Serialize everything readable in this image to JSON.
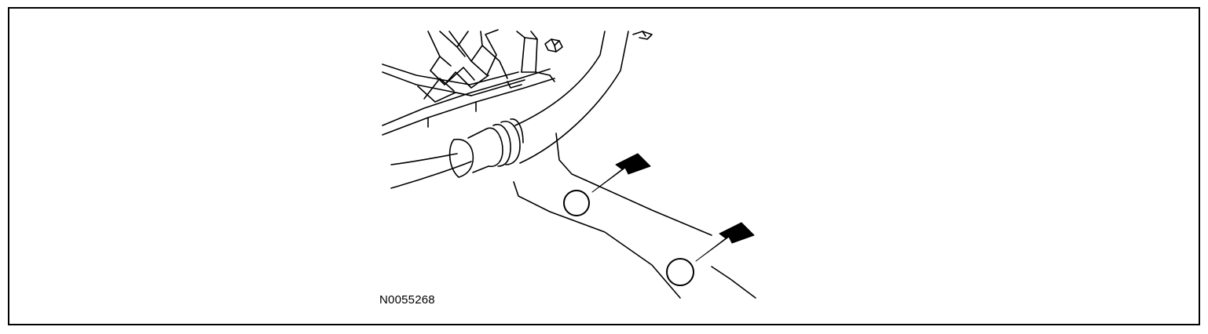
{
  "figure": {
    "id_label": "N0055268"
  },
  "colors": {
    "line": "#000000",
    "background": "#ffffff",
    "arrow_fill": "#000000"
  },
  "callouts": {
    "count": 2,
    "shape": "circle",
    "pointer": "arrow-icon"
  }
}
